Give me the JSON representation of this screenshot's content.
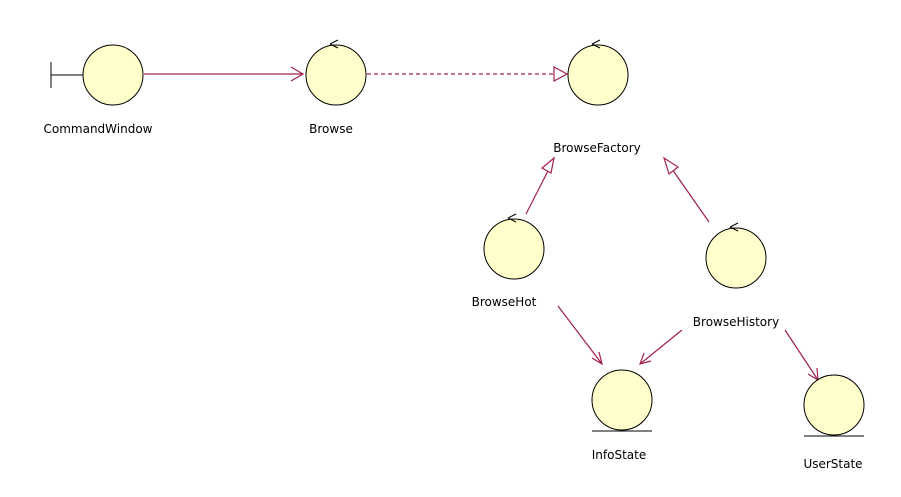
{
  "diagram": {
    "nodes": {
      "command_window": {
        "label": "CommandWindow",
        "stereotype": "boundary"
      },
      "browse": {
        "label": "Browse",
        "stereotype": "control"
      },
      "browse_factory": {
        "label": "BrowseFactory",
        "stereotype": "control"
      },
      "browse_hot": {
        "label": "BrowseHot",
        "stereotype": "control"
      },
      "browse_history": {
        "label": "BrowseHistory",
        "stereotype": "control"
      },
      "info_state": {
        "label": "InfoState",
        "stereotype": "entity"
      },
      "user_state": {
        "label": "UserState",
        "stereotype": "entity"
      }
    },
    "relationships": [
      {
        "from": "CommandWindow",
        "to": "Browse",
        "kind": "association"
      },
      {
        "from": "Browse",
        "to": "BrowseFactory",
        "kind": "realization"
      },
      {
        "from": "BrowseHot",
        "to": "BrowseFactory",
        "kind": "generalization"
      },
      {
        "from": "BrowseHistory",
        "to": "BrowseFactory",
        "kind": "generalization"
      },
      {
        "from": "BrowseHot",
        "to": "InfoState",
        "kind": "association"
      },
      {
        "from": "BrowseHistory",
        "to": "InfoState",
        "kind": "association"
      },
      {
        "from": "BrowseHistory",
        "to": "UserState",
        "kind": "association"
      }
    ],
    "colors": {
      "node_fill": "#ffffcc",
      "node_stroke": "#000000",
      "relationship": "#a0204f"
    }
  }
}
